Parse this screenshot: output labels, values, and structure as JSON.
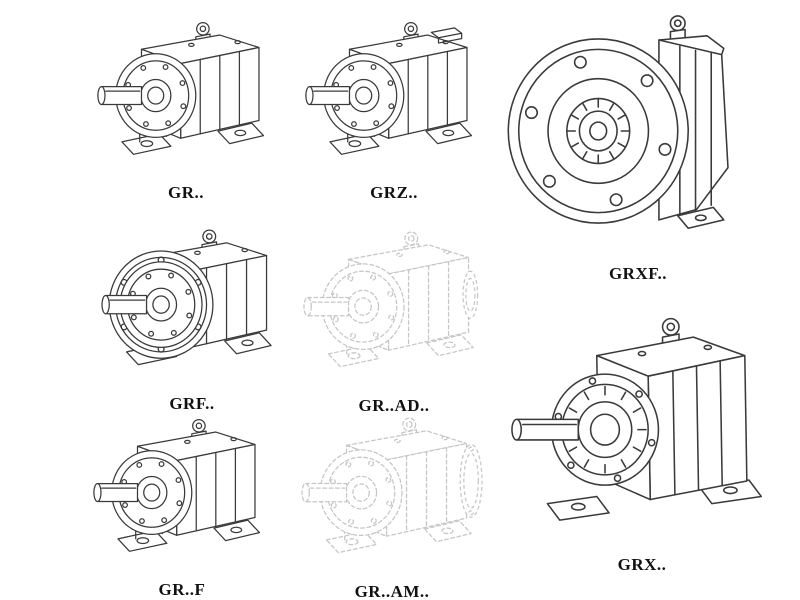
{
  "page": {
    "background": "#ffffff",
    "ink_color": "#3a3a3a",
    "ghost_color": "#c6c6c6",
    "label_color": "#111111"
  },
  "figures": [
    {
      "id": "gr",
      "label": "GR..",
      "style": "solid-line",
      "drawing": "helical-gear-unit-foot-mounted-icon"
    },
    {
      "id": "grz",
      "label": "GRZ..",
      "style": "solid-line",
      "drawing": "helical-gear-unit-reinforced-foot-mounted-icon"
    },
    {
      "id": "grxf",
      "label": "GRXF..",
      "style": "solid-line",
      "drawing": "helical-gear-unit-large-flange-mounted-icon"
    },
    {
      "id": "grf",
      "label": "GRF..",
      "style": "solid-line",
      "drawing": "helical-gear-unit-flange-mounted-icon"
    },
    {
      "id": "grad",
      "label": "GR..AD..",
      "style": "ghost-dashed",
      "drawing": "helical-gear-unit-input-adapter-icon"
    },
    {
      "id": "grff",
      "label": "GR..F",
      "style": "solid-line",
      "drawing": "helical-gear-unit-foot-mounted-icon"
    },
    {
      "id": "gram",
      "label": "GR..AM..",
      "style": "ghost-dashed",
      "drawing": "helical-gear-unit-motor-adapter-icon"
    },
    {
      "id": "grx",
      "label": "GRX..",
      "style": "solid-line",
      "drawing": "helical-gear-unit-large-foot-mounted-icon"
    }
  ]
}
